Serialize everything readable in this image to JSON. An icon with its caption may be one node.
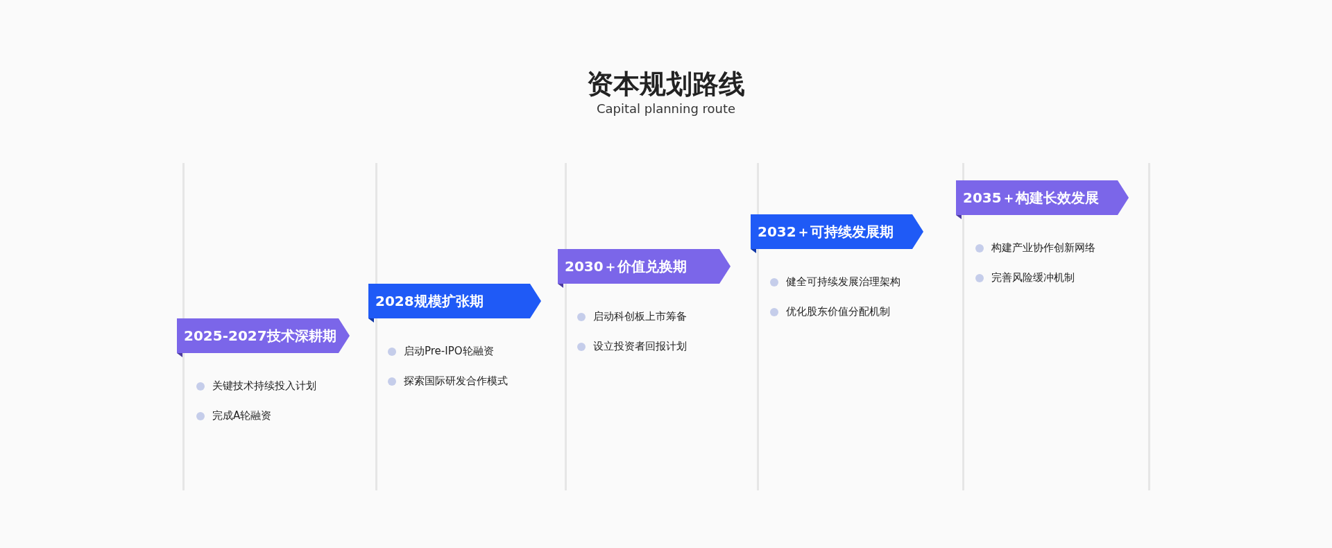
{
  "diagram": {
    "title": "资本规划路线",
    "nodes": [
      {
        "text": [
          "2025-2027技术深耕期"
        ],
        "beside": [
          "关键技术持续投入计划",
          "完成A轮融资"
        ]
      },
      {
        "text": [
          "2028规模扩张期"
        ],
        "beside": [
          "启动Pre-IPO轮融资",
          "探索国际研发合作模式"
        ]
      },
      {
        "text": [
          "2030＋价值兑换期"
        ],
        "beside": [
          "启动科创板上市筹备",
          "设立投资者回报计划"
        ]
      },
      {
        "text": [
          "2032＋可持续发展期"
        ],
        "beside": [
          "健全可持续发展治理架构",
          "优化股东价值分配机制"
        ]
      },
      {
        "text": [
          "2035＋构建长效发展"
        ],
        "beside": [
          "构建产业协作创新网络",
          "完善风险缓冲机制"
        ]
      }
    ],
    "labels": [
      "Capital planning route"
    ]
  }
}
